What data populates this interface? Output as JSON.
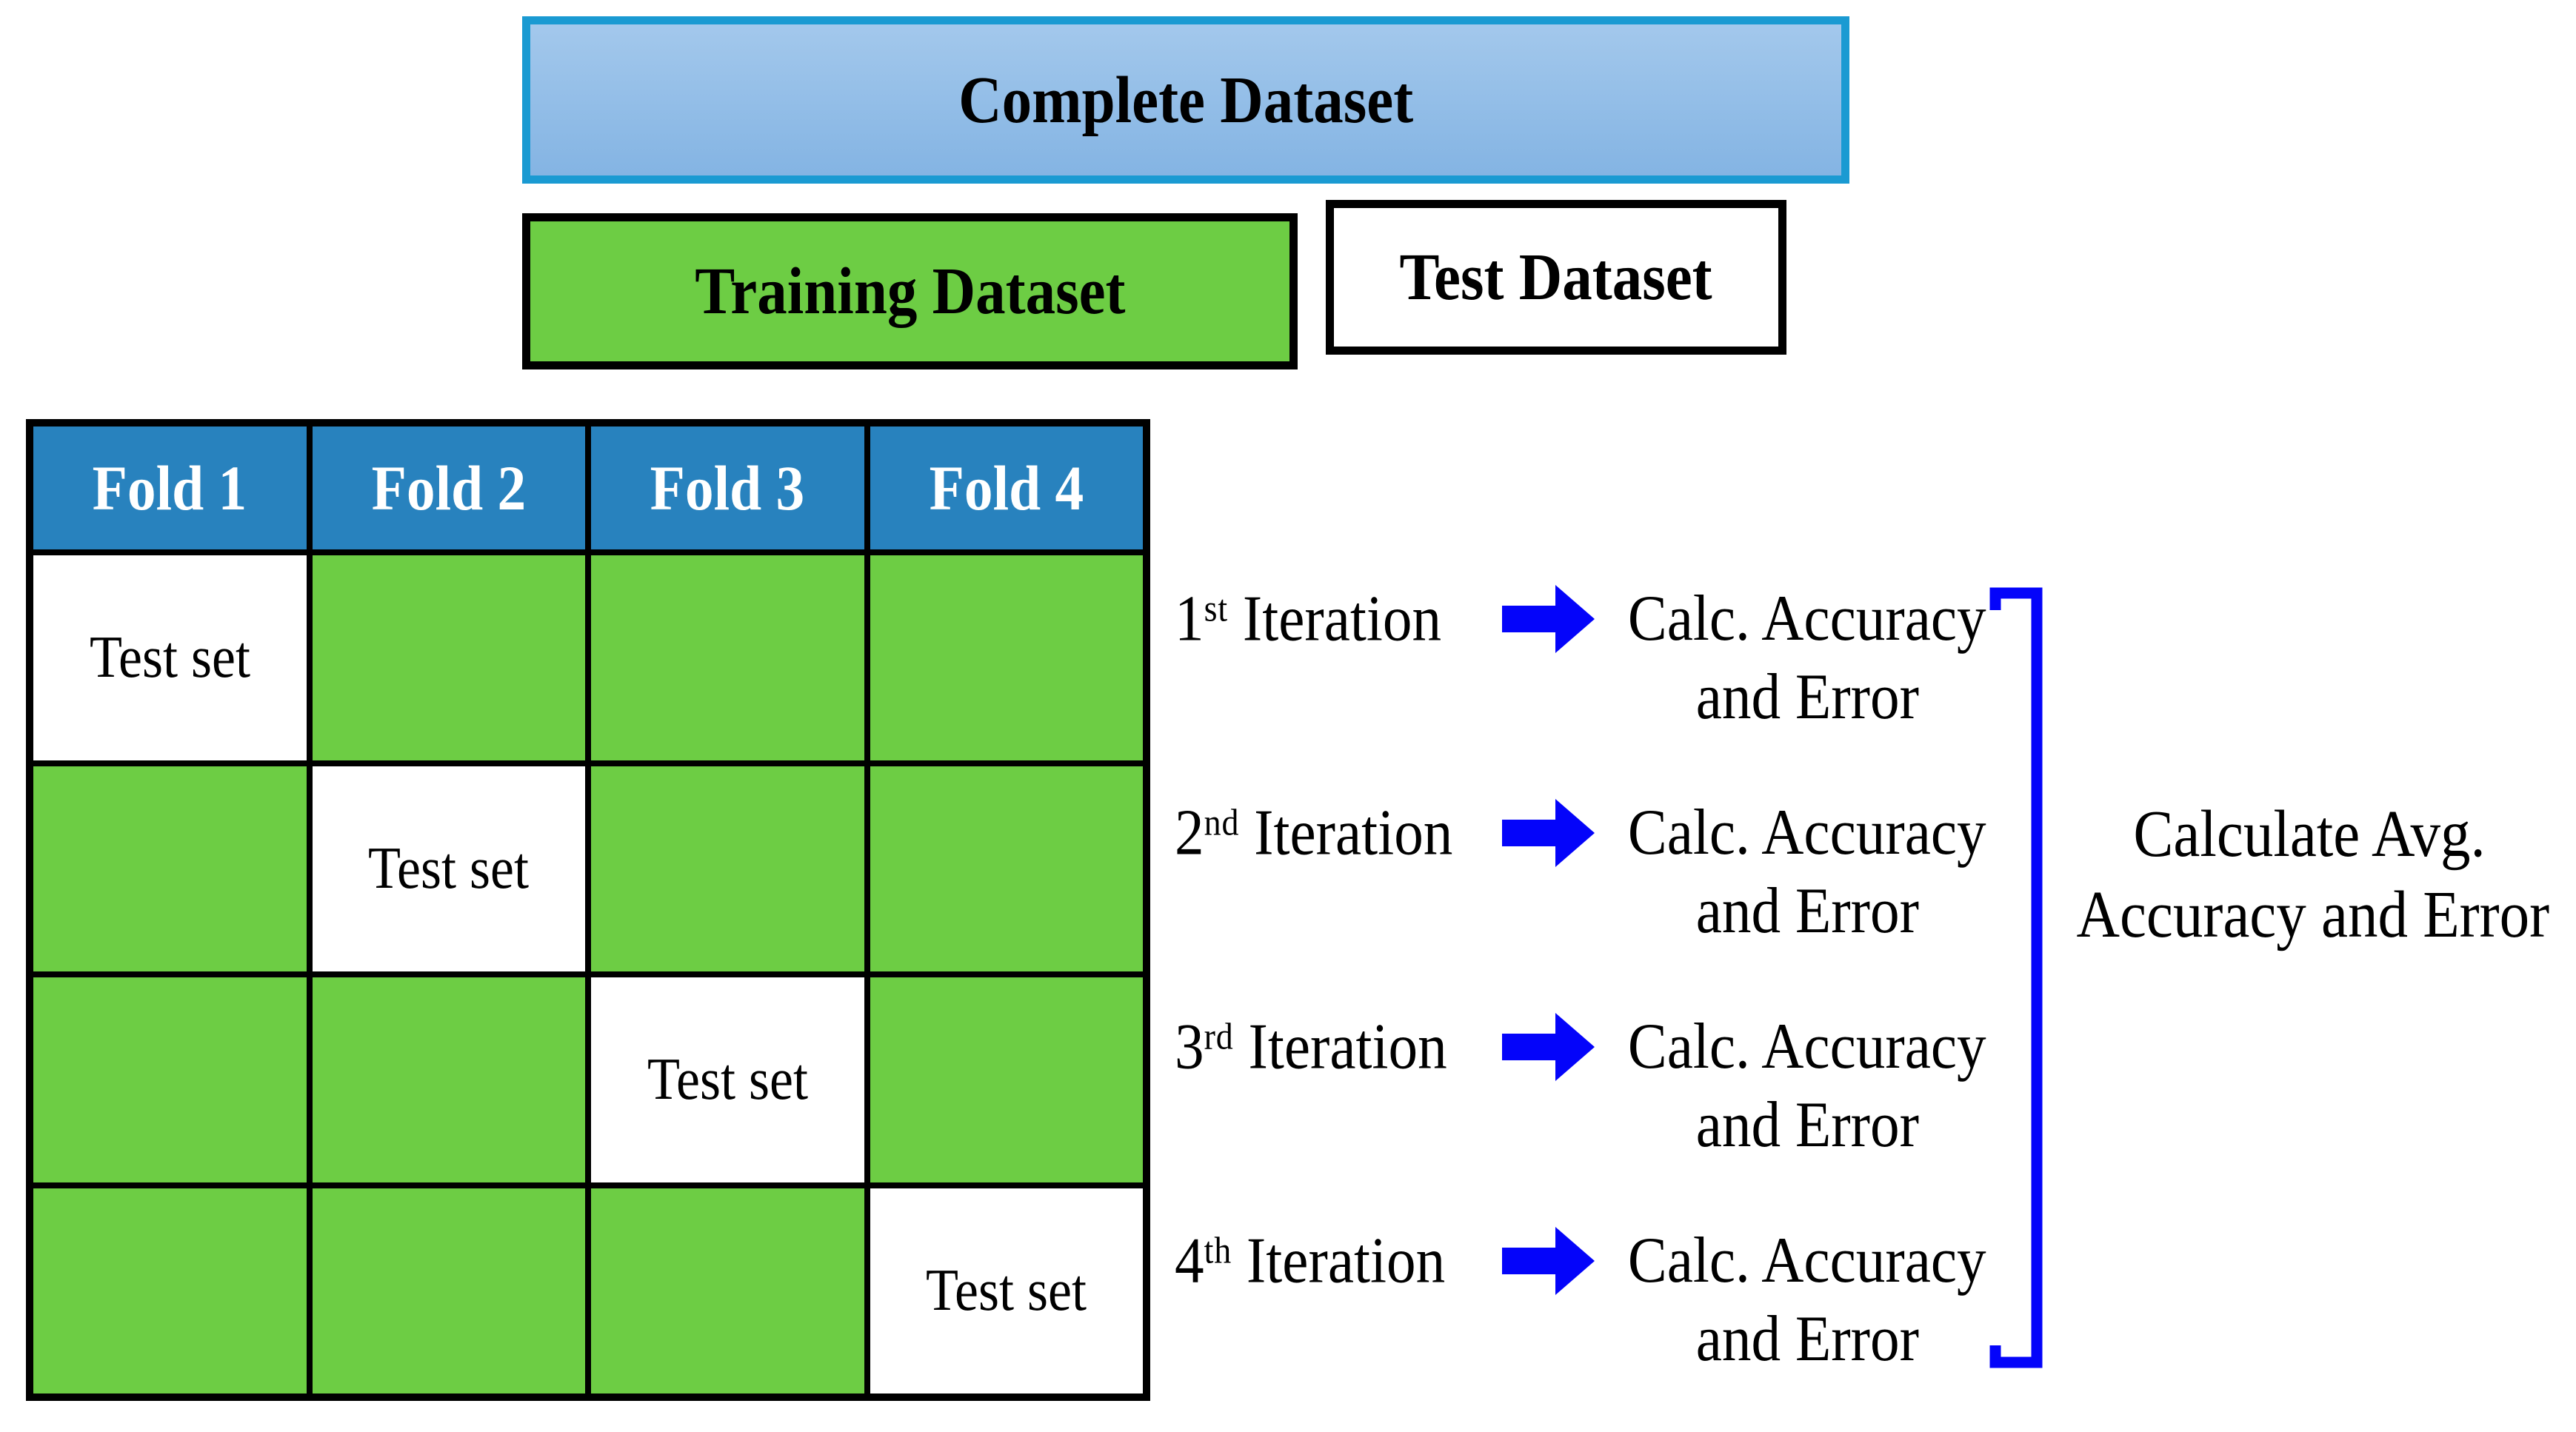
{
  "colors": {
    "complete_border": "#1a9ad2",
    "complete_fill_top": "#a3c8ec",
    "complete_fill_bottom": "#84b4e3",
    "green": "#6dcd44",
    "header_blue": "#2882be",
    "arrow_blue": "#0404fa",
    "border_black": "#000000"
  },
  "complete_dataset": {
    "label": "Complete Dataset"
  },
  "training_dataset": {
    "label": "Training Dataset"
  },
  "test_dataset": {
    "label": "Test Dataset"
  },
  "fold_table": {
    "headers": [
      "Fold 1",
      "Fold 2",
      "Fold 3",
      "Fold 4"
    ],
    "test_cell_label": "Test set",
    "rows": [
      [
        "test",
        "train",
        "train",
        "train"
      ],
      [
        "train",
        "test",
        "train",
        "train"
      ],
      [
        "train",
        "train",
        "test",
        "train"
      ],
      [
        "train",
        "train",
        "train",
        "test"
      ]
    ]
  },
  "iterations": [
    {
      "ordinal": "1",
      "suffix": "st",
      "label": "Iteration",
      "result_line1": "Calc. Accuracy",
      "result_line2": "and Error"
    },
    {
      "ordinal": "2",
      "suffix": "nd",
      "label": "Iteration",
      "result_line1": "Calc. Accuracy",
      "result_line2": "and Error"
    },
    {
      "ordinal": "3",
      "suffix": "rd",
      "label": "Iteration",
      "result_line1": "Calc. Accuracy",
      "result_line2": "and Error"
    },
    {
      "ordinal": "4",
      "suffix": "th",
      "label": "Iteration",
      "result_line1": "Calc. Accuracy",
      "result_line2": "and Error"
    }
  ],
  "summary": {
    "line1": "Calculate Avg.",
    "line2": "Accuracy and Error"
  }
}
